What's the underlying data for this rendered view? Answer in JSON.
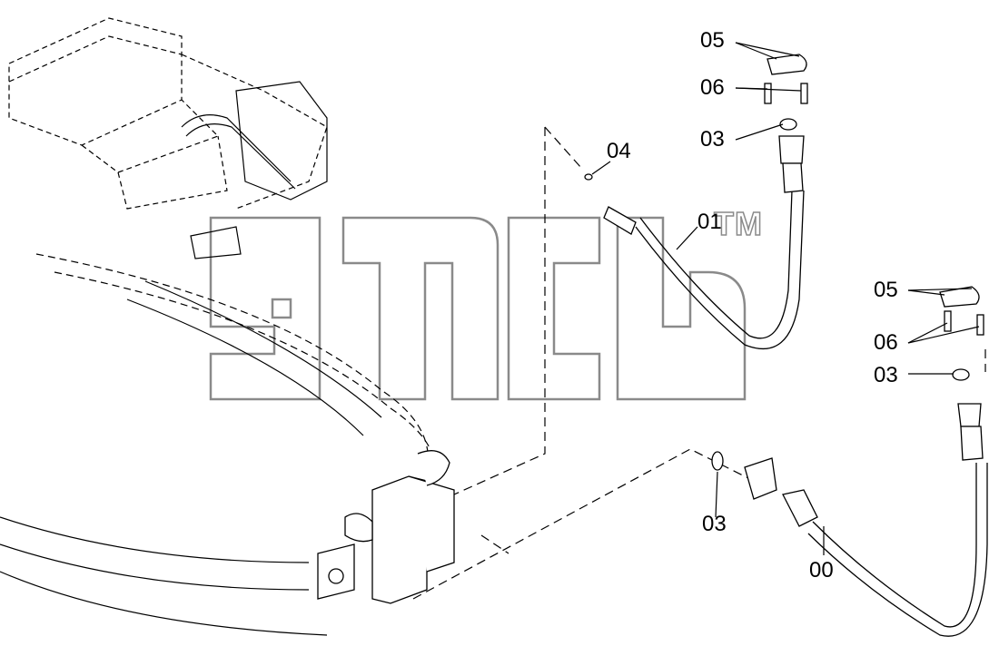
{
  "diagram": {
    "callouts": [
      {
        "id": "c-05-top",
        "text": "05"
      },
      {
        "id": "c-06-top",
        "text": "06"
      },
      {
        "id": "c-03-top",
        "text": "03"
      },
      {
        "id": "c-04",
        "text": "04"
      },
      {
        "id": "c-01",
        "text": "01"
      },
      {
        "id": "c-05-right",
        "text": "05"
      },
      {
        "id": "c-06-right",
        "text": "06"
      },
      {
        "id": "c-03-right",
        "text": "03"
      },
      {
        "id": "c-03-bottom",
        "text": "03"
      },
      {
        "id": "c-00",
        "text": "00"
      }
    ],
    "watermark": {
      "mark": "TM"
    },
    "colors": {
      "line": "#000000",
      "watermark_stroke": "#8a8a8a",
      "background": "#ffffff"
    }
  }
}
